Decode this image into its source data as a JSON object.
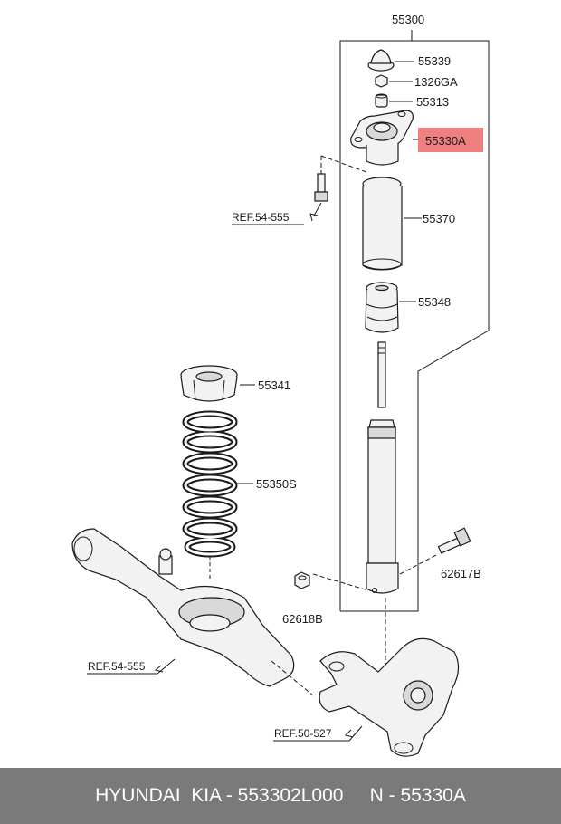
{
  "callouts": {
    "assembly": "55300",
    "insulator_cap": "55339",
    "nut": "1326GA",
    "spacer": "55313",
    "mount_highlighted": "55330A",
    "dust_cover": "55370",
    "bumper_stopper": "55348",
    "spring_pad": "55341",
    "coil_spring": "55350S",
    "bolt": "62617B",
    "lower_nut": "62618B"
  },
  "references": {
    "ref_mount_bolt": "REF.54-555",
    "ref_lower_arm": "REF.54-555",
    "ref_knuckle": "REF.50-527"
  },
  "footer": {
    "text": "HYUNDAI  KIA - 553302L000     N - 55330A"
  },
  "colors": {
    "highlight": "#f08080",
    "footer_bg": "#7a7a7a",
    "line": "#1a1a1a"
  }
}
